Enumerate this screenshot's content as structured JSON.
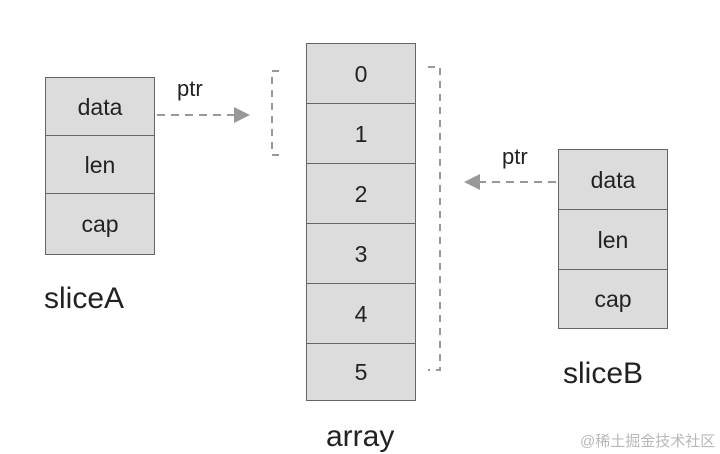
{
  "sliceA": {
    "fields": [
      "data",
      "len",
      "cap"
    ],
    "label": "sliceA",
    "ptr_label": "ptr"
  },
  "array": {
    "cells": [
      "0",
      "1",
      "2",
      "3",
      "4",
      "5"
    ],
    "label": "array"
  },
  "sliceB": {
    "fields": [
      "data",
      "len",
      "cap"
    ],
    "label": "sliceB",
    "ptr_label": "ptr"
  },
  "watermark": "@稀土掘金技术社区",
  "colors": {
    "cell_fill": "#dcdcdc",
    "cell_border": "#666666",
    "arrow": "#999999",
    "text": "#222222"
  }
}
